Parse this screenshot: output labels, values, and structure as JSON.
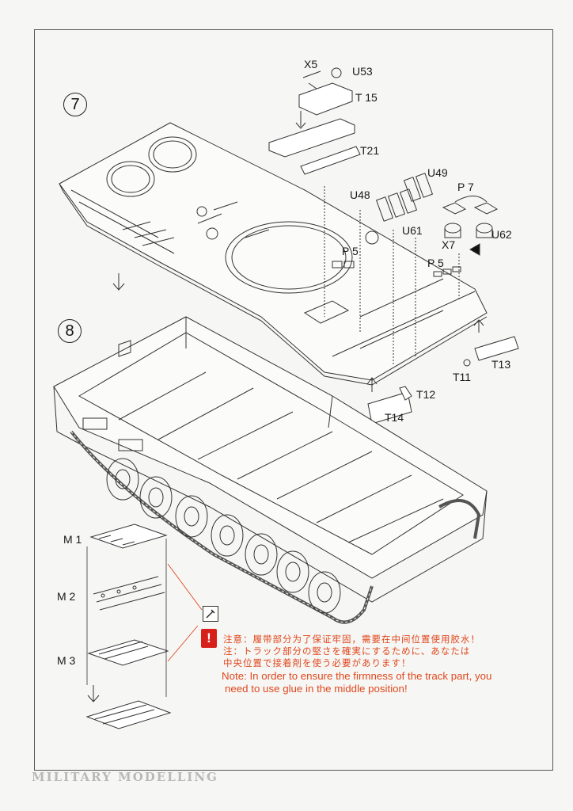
{
  "steps": {
    "seven": "7",
    "eight": "8"
  },
  "parts": {
    "x5": "X5",
    "u53": "U53",
    "t15": "T 15",
    "t21": "T21",
    "u48": "U48",
    "u49": "U49",
    "p7": "P 7",
    "u61": "U61",
    "x7": "X7",
    "u62": "U62",
    "p5_left": "P 5",
    "p5_right": "P 5",
    "t13": "T13",
    "t11": "T11",
    "t12": "T12",
    "t14": "T14",
    "m1": "M 1",
    "m2": "M 2",
    "m3": "M 3"
  },
  "note": {
    "zh": "注意：履带部分为了保证牢固，需要在中间位置使用胶水！",
    "ja_line1": "注：トラック部分の堅さを確実にするために、あなたは",
    "ja_line2": "中央位置で接着剤を使う必要があります！",
    "en_line1": "Note: In order to ensure the firmness of the track part, you",
    "en_line2": "need to use glue in the middle position!",
    "warning_symbol": "!",
    "accent_color": "#e0481e",
    "warning_color": "#d8201a"
  },
  "watermark": "MILITARY MODELLING"
}
